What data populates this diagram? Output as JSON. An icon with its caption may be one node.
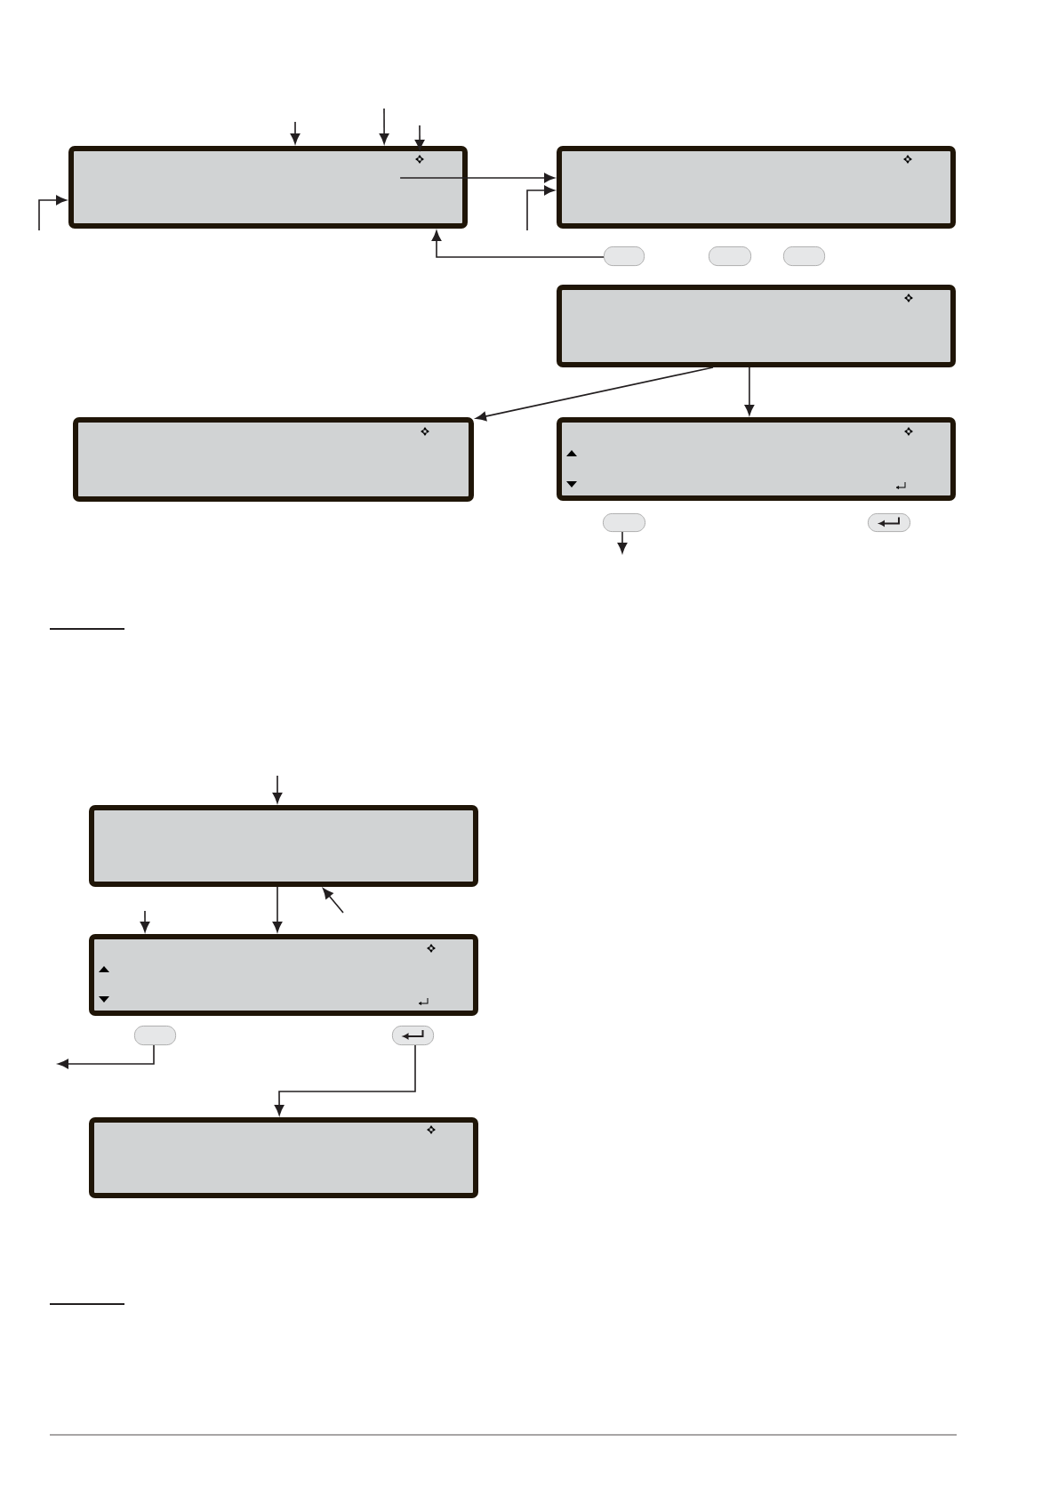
{
  "diagram": {
    "nodes": [
      {
        "text": [],
        "shape": "box"
      },
      {
        "text": [],
        "shape": "box"
      },
      {
        "text": [],
        "shape": "button"
      },
      {
        "text": [],
        "shape": "button"
      },
      {
        "text": [],
        "shape": "button"
      },
      {
        "text": [],
        "shape": "box"
      },
      {
        "text": [],
        "shape": "box"
      },
      {
        "text": [],
        "shape": "box"
      },
      {
        "text": [],
        "shape": "button"
      },
      {
        "text": [],
        "shape": "button"
      },
      {
        "text": [],
        "shape": "box"
      },
      {
        "text": [],
        "shape": "box"
      },
      {
        "text": [],
        "shape": "button"
      },
      {
        "text": [],
        "shape": "button"
      },
      {
        "text": [],
        "shape": "box"
      }
    ],
    "edges": [
      {
        "from": null,
        "to": 0,
        "arrow": "to"
      },
      {
        "from": null,
        "to": 0,
        "arrow": "to"
      },
      {
        "from": null,
        "to": 0,
        "arrow": "to"
      },
      {
        "from": null,
        "to": 0,
        "arrow": "to"
      },
      {
        "from": 0,
        "to": 1,
        "arrow": "to"
      },
      {
        "from": null,
        "to": 1,
        "arrow": "to"
      },
      {
        "from": 2,
        "to": 0,
        "arrow": "to"
      },
      {
        "from": 5,
        "to": 6,
        "arrow": "to"
      },
      {
        "from": 5,
        "to": 7,
        "arrow": "to"
      },
      {
        "from": 8,
        "to": null,
        "arrow": "to"
      },
      {
        "from": null,
        "to": 10,
        "arrow": "to"
      },
      {
        "from": null,
        "to": 10,
        "arrow": "to"
      },
      {
        "from": 10,
        "to": 11,
        "arrow": "to"
      },
      {
        "from": null,
        "to": 11,
        "arrow": "to"
      },
      {
        "from": 12,
        "to": null,
        "arrow": "to"
      },
      {
        "from": 13,
        "to": 14,
        "arrow": "to"
      }
    ]
  }
}
